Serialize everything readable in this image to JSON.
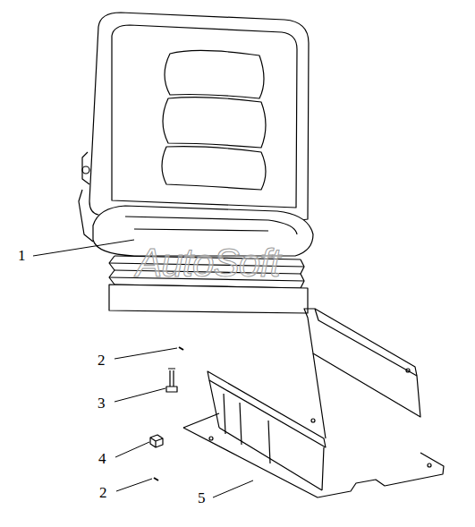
{
  "diagram": {
    "labels": [
      "1",
      "2",
      "3",
      "4",
      "2",
      "5",
      "AutoSoft"
    ]
  }
}
